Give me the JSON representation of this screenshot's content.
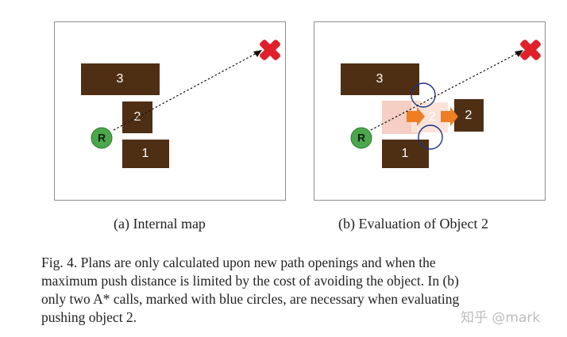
{
  "panel_a": {
    "boxes": {
      "b3": "3",
      "b2": "2",
      "b1": "1"
    },
    "robot": "R",
    "subcaption": "(a)  Internal map"
  },
  "panel_b": {
    "boxes": {
      "b3": "3",
      "b1": "1",
      "ghost2": "2",
      "moved2": "2"
    },
    "robot": "R",
    "subcaption": "(b)  Evaluation of Object 2"
  },
  "caption": {
    "line1": "Fig. 4.    Plans are only calculated upon new path openings and when the",
    "line2": "maximum push distance is limited by the cost of avoiding the object. In (b)",
    "line3": "only two A* calls, marked with blue circles, are necessary when evaluating",
    "line4": "pushing object 2."
  },
  "watermark": "知乎 @mark",
  "colors": {
    "box": "#4e2f14",
    "robot": "#4aa84a",
    "goal": "#e0202a",
    "arrow": "#ef7d22",
    "circle": "#1f2f8a",
    "ghost": "#f5cfc4"
  }
}
